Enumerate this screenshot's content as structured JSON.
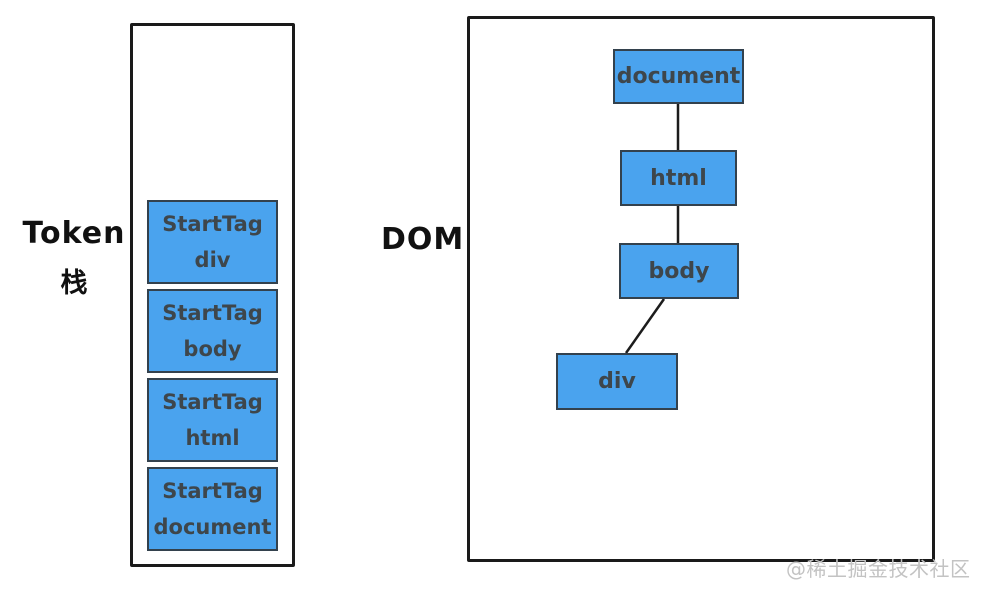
{
  "labels": {
    "token_line1": "Token",
    "token_line2": "栈",
    "dom": "DOM"
  },
  "token_stack": {
    "items": [
      {
        "line1": "StartTag",
        "line2": "div"
      },
      {
        "line1": "StartTag",
        "line2": "body"
      },
      {
        "line1": "StartTag",
        "line2": "html"
      },
      {
        "line1": "StartTag",
        "line2": "document"
      }
    ]
  },
  "dom_tree": {
    "nodes": [
      {
        "label": "document"
      },
      {
        "label": "html"
      },
      {
        "label": "body"
      },
      {
        "label": "div"
      }
    ],
    "edges": [
      "document-html",
      "html-body",
      "body-div"
    ]
  },
  "watermark": "@稀土掘金技术社区",
  "colors": {
    "node_fill": "#4aa3ee",
    "node_border": "#33414d",
    "node_text": "#3e464b",
    "container_border": "#1a1a1a",
    "label_text": "#111111",
    "watermark_text": "#c3c3c3"
  }
}
